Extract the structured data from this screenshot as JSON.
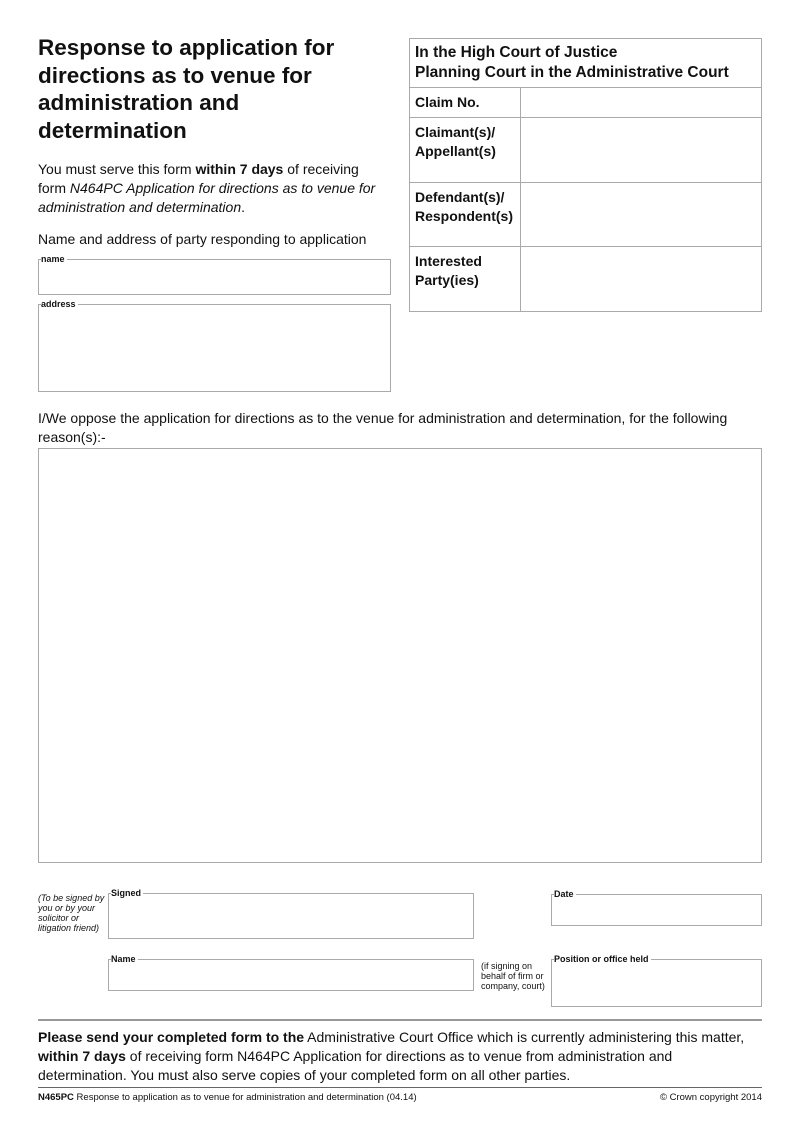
{
  "title": "Response to application for directions as to venue for administration and determination",
  "intro": {
    "pre": "You must serve this form ",
    "bold": "within 7 days",
    "mid": " of receiving form ",
    "italic": "N464PC Application for directions as to venue for administration and determination",
    "end": "."
  },
  "party_heading": "Name and address of party responding to application",
  "fields": {
    "name": "name",
    "address": "address"
  },
  "court": {
    "line1": "In the High Court of Justice",
    "line2": "Planning Court in the Administrative Court",
    "claim_no": "Claim No.",
    "claimant": "Claimant(s)/ Appellant(s)",
    "defendant": "Defendant(s)/ Respondent(s)",
    "interested": "Interested Party(ies)"
  },
  "oppose_text": "I/We oppose the application for directions as to the venue for administration and determination, for the following reason(s):-",
  "signature": {
    "note": "(To be signed by you or by your solicitor or litigation friend)",
    "signed": "Signed",
    "date": "Date",
    "name": "Name",
    "behalf_note": "(if signing on behalf of firm or company, court)",
    "position": "Position or office held"
  },
  "send": {
    "bold1": "Please send your completed form to the",
    "t1": " Administrative Court Office which is currently administering this matter, ",
    "bold2": "within 7 days",
    "t2": " of receiving form N464PC Application for directions as to venue from administration and determination. You must also serve copies of your completed form on all other parties."
  },
  "footer": {
    "code": "N465PC",
    "desc": " Response to application as to venue for administration and determination (04.14)",
    "copyright": "© Crown copyright 2014"
  }
}
